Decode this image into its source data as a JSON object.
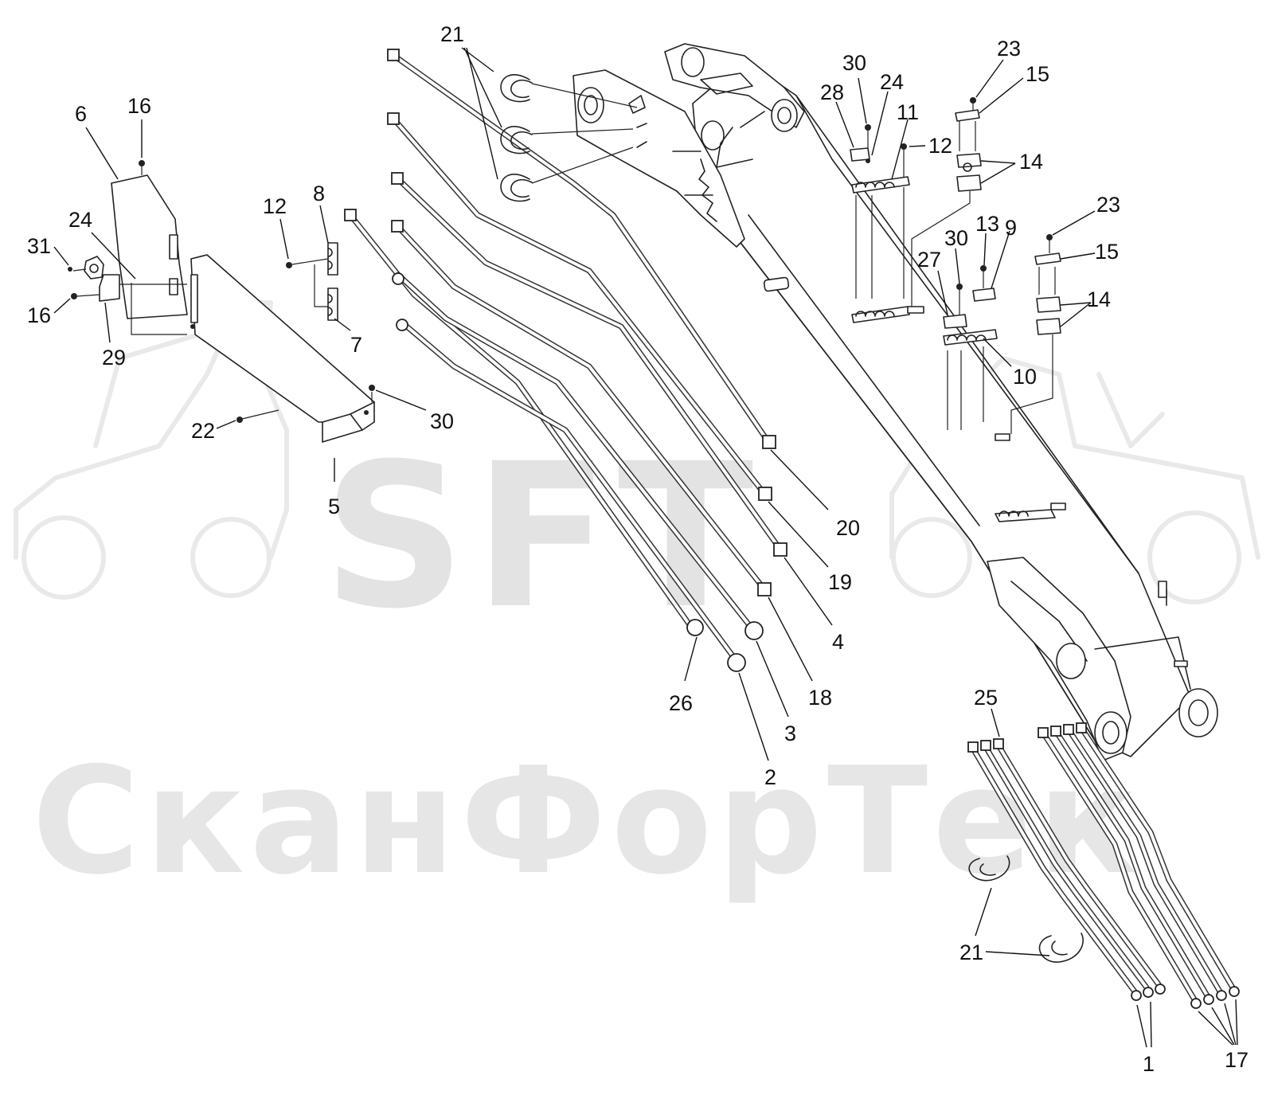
{
  "watermark": {
    "brand": "SFT",
    "company": "СканФорТек"
  },
  "callouts": [
    {
      "id": "c1",
      "text": "1"
    },
    {
      "id": "c2",
      "text": "2"
    },
    {
      "id": "c3",
      "text": "3"
    },
    {
      "id": "c4",
      "text": "4"
    },
    {
      "id": "c5",
      "text": "5"
    },
    {
      "id": "c6",
      "text": "6"
    },
    {
      "id": "c7",
      "text": "7"
    },
    {
      "id": "c8",
      "text": "8"
    },
    {
      "id": "c9",
      "text": "9"
    },
    {
      "id": "c10",
      "text": "10"
    },
    {
      "id": "c11",
      "text": "11"
    },
    {
      "id": "c12a",
      "text": "12"
    },
    {
      "id": "c12b",
      "text": "12"
    },
    {
      "id": "c13",
      "text": "13"
    },
    {
      "id": "c14a",
      "text": "14"
    },
    {
      "id": "c14b",
      "text": "14"
    },
    {
      "id": "c15a",
      "text": "15"
    },
    {
      "id": "c15b",
      "text": "15"
    },
    {
      "id": "c16a",
      "text": "16"
    },
    {
      "id": "c16b",
      "text": "16"
    },
    {
      "id": "c17",
      "text": "17"
    },
    {
      "id": "c18",
      "text": "18"
    },
    {
      "id": "c19",
      "text": "19"
    },
    {
      "id": "c20",
      "text": "20"
    },
    {
      "id": "c21a",
      "text": "21"
    },
    {
      "id": "c21b",
      "text": "21"
    },
    {
      "id": "c22",
      "text": "22"
    },
    {
      "id": "c23a",
      "text": "23"
    },
    {
      "id": "c23b",
      "text": "23"
    },
    {
      "id": "c24a",
      "text": "24"
    },
    {
      "id": "c24b",
      "text": "24"
    },
    {
      "id": "c25",
      "text": "25"
    },
    {
      "id": "c26",
      "text": "26"
    },
    {
      "id": "c27",
      "text": "27"
    },
    {
      "id": "c28",
      "text": "28"
    },
    {
      "id": "c29",
      "text": "29"
    },
    {
      "id": "c30a",
      "text": "30"
    },
    {
      "id": "c30b",
      "text": "30"
    },
    {
      "id": "c30c",
      "text": "30"
    },
    {
      "id": "c31",
      "text": "31"
    }
  ]
}
